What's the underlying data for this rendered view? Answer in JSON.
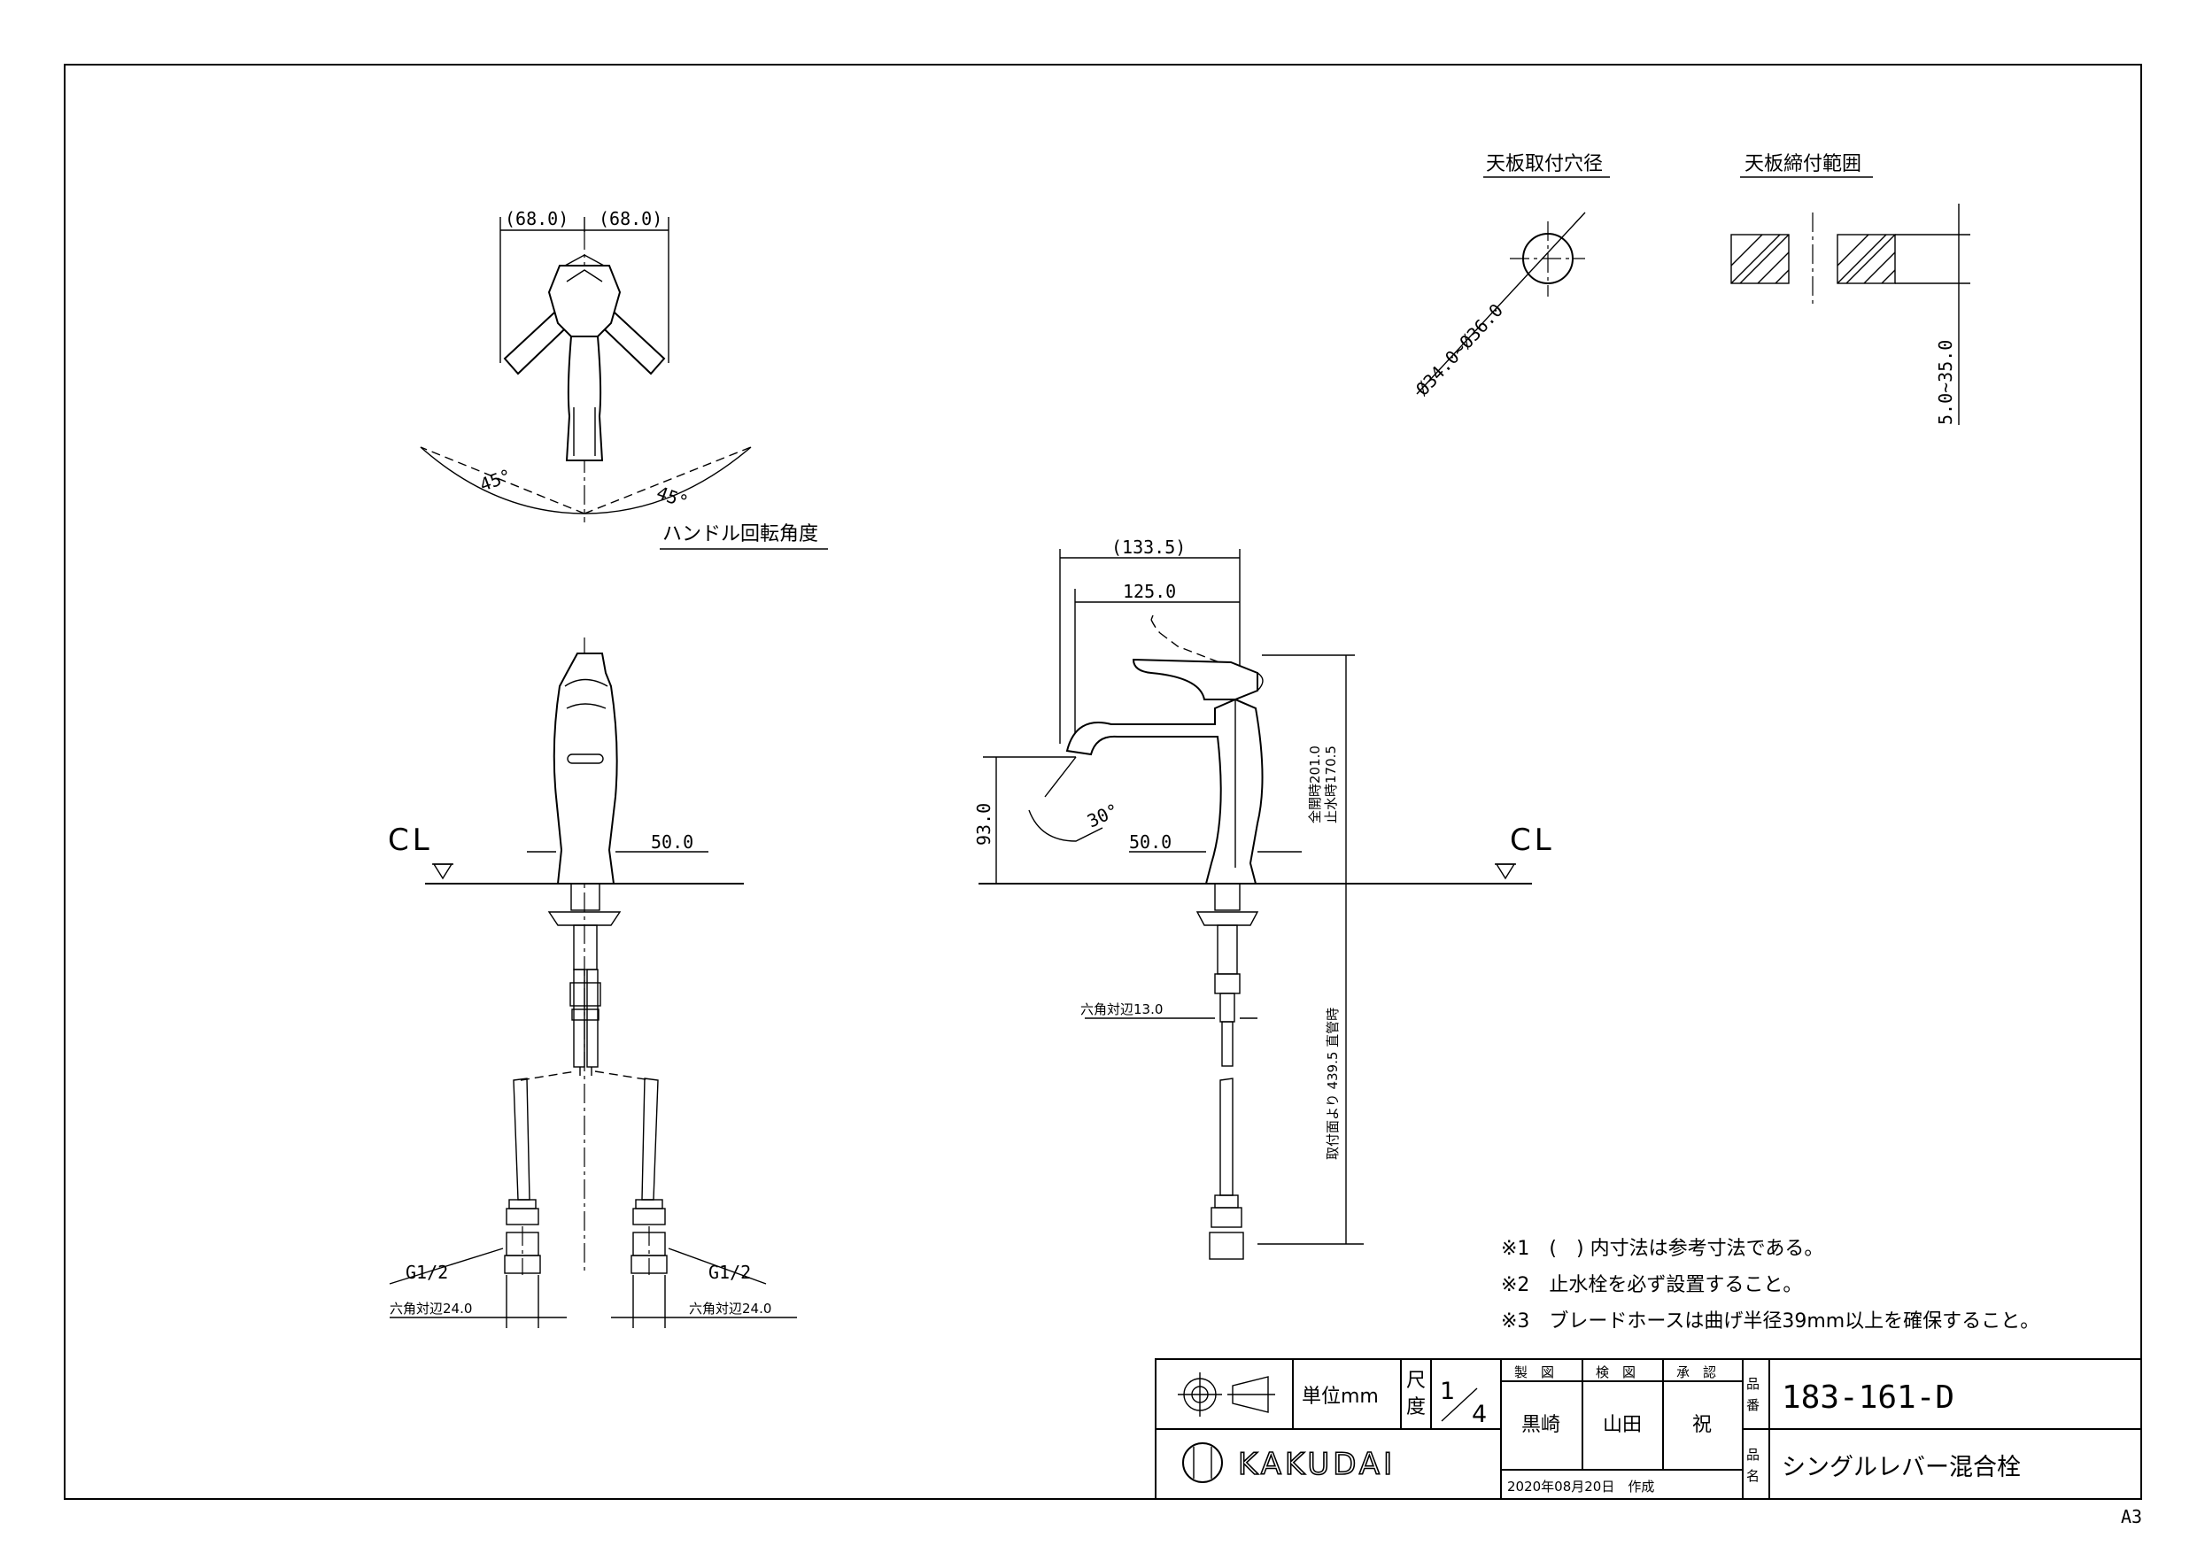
{
  "top_view": {
    "dim_left": "(68.0)",
    "dim_right": "(68.0)",
    "angle_left": "45°",
    "angle_right": "45°",
    "caption": "ハンドル回転角度"
  },
  "mounting": {
    "hole_title": "天板取付穴径",
    "hole_dim": "Ø34.0~Ø36.0",
    "range_title": "天板締付範囲",
    "range_dim": "5.0~35.0"
  },
  "front_view": {
    "cl": "CL",
    "dim_width": "50.0",
    "left_thread": "G1/2",
    "right_thread": "G1/2",
    "left_hex": "六角対辺24.0",
    "right_hex": "六角対辺24.0"
  },
  "side_view": {
    "cl": "CL",
    "dim_133": "(133.5)",
    "dim_125": "125.0",
    "dim_height_open": "全開時201.0",
    "dim_height_closed": "止水時170.5",
    "dim_spout": "93.0",
    "angle": "30°",
    "dim_50": "50.0",
    "hex_small": "六角対辺13.0",
    "hose_length": "取付面より 439.5 直管時"
  },
  "notes": [
    "※1　(　) 内寸法は参考寸法である。",
    "※2　止水栓を必ず設置すること。",
    "※3　ブレードホースは曲げ半径39mm以上を確保すること。"
  ],
  "title_block": {
    "unit_label": "単位mm",
    "scale_label_1": "尺",
    "scale_label_2": "度",
    "scale_num": "1",
    "scale_den": "4",
    "h_drawn": "製　図",
    "h_checked": "検　図",
    "h_approved": "承　認",
    "drawn_by": "黒崎",
    "checked_by": "山田",
    "approved_by": "祝",
    "date": "2020年08月20日　作成",
    "part_no_label_1": "品",
    "part_no_label_2": "番",
    "part_no": "183-161-D",
    "part_name_label_1": "品",
    "part_name_label_2": "名",
    "part_name": "シングルレバー混合栓",
    "brand": "KAKUDAI"
  },
  "sheet_size": "A3"
}
